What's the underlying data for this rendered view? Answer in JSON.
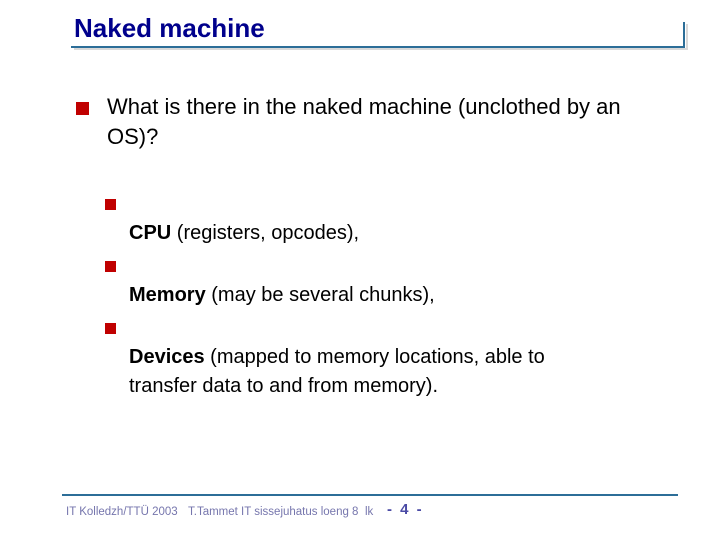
{
  "slide": {
    "title": "Naked machine",
    "bullet": {
      "text": "What is there in the naked machine (unclothed by an\nOS)?"
    },
    "sub_bullets": [
      {
        "lead": "CPU",
        "rest": " (registers, opcodes),"
      },
      {
        "lead": "Memory",
        "rest": " (may be several chunks),"
      },
      {
        "lead": "Devices",
        "rest": " (mapped to memory locations, able to\ntransfer data to and from memory)."
      }
    ],
    "footer": {
      "left": "IT Kolledzh/TTÜ 2003",
      "center": "T.Tammet IT sissejuhatus loeng 8",
      "lk": "lk",
      "page": "- 4 -"
    },
    "icons": {
      "bullet": "red-square-bullet"
    },
    "colors": {
      "title": "#00008c",
      "body_text": "#000000",
      "bullet_square": "#c00000",
      "rule": "#2c6e98",
      "rule_shadow": "#d9d9d9",
      "footer_text": "#7676ad",
      "page_number": "#4a4aa5",
      "background": "#ffffff"
    }
  }
}
